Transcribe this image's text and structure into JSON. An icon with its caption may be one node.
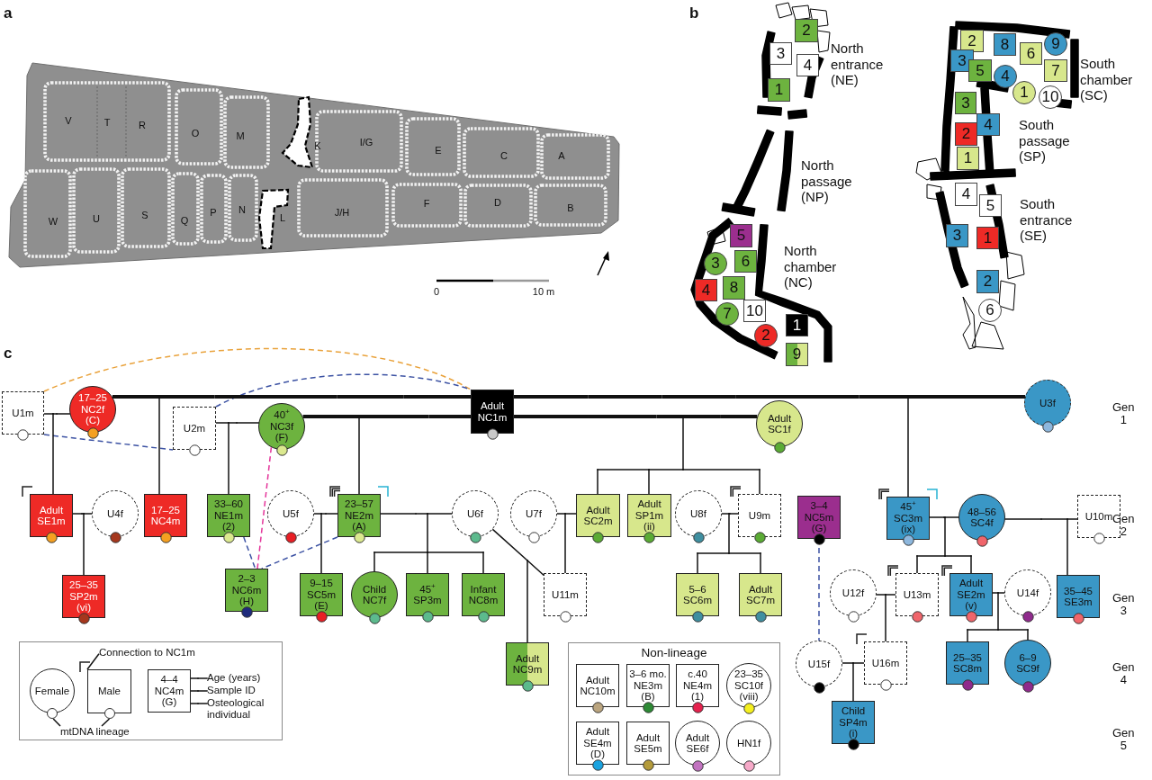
{
  "diagram": {
    "nodes": [
      {
        "text": [
          "2"
        ]
      },
      {
        "text": [
          "3"
        ]
      },
      {
        "text": [
          "4"
        ]
      },
      {
        "text": [
          "1"
        ]
      },
      {
        "text": [
          "5"
        ]
      },
      {
        "text": [
          "3"
        ]
      },
      {
        "text": [
          "6"
        ]
      },
      {
        "text": [
          "4"
        ]
      },
      {
        "text": [
          "8"
        ]
      },
      {
        "text": [
          "7"
        ]
      },
      {
        "text": [
          "10"
        ]
      },
      {
        "text": [
          "1"
        ]
      },
      {
        "text": [
          "2"
        ]
      },
      {
        "text": [
          "9"
        ]
      },
      {
        "text": [
          "2"
        ]
      },
      {
        "text": [
          "8"
        ]
      },
      {
        "text": [
          "9"
        ]
      },
      {
        "text": [
          "3"
        ]
      },
      {
        "text": [
          "5"
        ]
      },
      {
        "text": [
          "6"
        ]
      },
      {
        "text": [
          "4"
        ]
      },
      {
        "text": [
          "7"
        ]
      },
      {
        "text": [
          "1"
        ]
      },
      {
        "text": [
          "10"
        ]
      },
      {
        "text": [
          "3"
        ]
      },
      {
        "text": [
          "4"
        ]
      },
      {
        "text": [
          "2"
        ]
      },
      {
        "text": [
          "1"
        ]
      },
      {
        "text": [
          "4"
        ]
      },
      {
        "text": [
          "5"
        ]
      },
      {
        "text": [
          "3"
        ]
      },
      {
        "text": [
          "1"
        ]
      },
      {
        "text": [
          "2"
        ]
      },
      {
        "text": [
          "6"
        ]
      },
      {
        "text": [
          "U1m"
        ]
      },
      {
        "text": [
          "17–25",
          "NC2f",
          "(C)"
        ]
      },
      {
        "text": [
          "U2m"
        ]
      },
      {
        "text": [
          "40$^{+}$",
          "NC3f",
          "(F)"
        ]
      },
      {
        "text": [
          "Adult",
          "NC1m"
        ]
      },
      {
        "text": [
          "Adult",
          "SC1f"
        ]
      },
      {
        "text": [
          "U3f"
        ]
      },
      {
        "text": [
          "Adult",
          "SE1m"
        ]
      },
      {
        "text": [
          "U4f"
        ]
      },
      {
        "text": [
          "17–25",
          "NC4m"
        ]
      },
      {
        "text": [
          "33–60",
          "NE1m",
          "(2)"
        ]
      },
      {
        "text": [
          "U5f"
        ]
      },
      {
        "text": [
          "23–57",
          "NE2m",
          "(A)"
        ]
      },
      {
        "text": [
          "U6f"
        ]
      },
      {
        "text": [
          "U7f"
        ]
      },
      {
        "text": [
          "Adult",
          "SC2m"
        ]
      },
      {
        "text": [
          "Adult",
          "SP1m",
          "(ii)"
        ]
      },
      {
        "text": [
          "U8f"
        ]
      },
      {
        "text": [
          "U9m"
        ]
      },
      {
        "text": [
          "3–4",
          "NC5m",
          "(G)"
        ]
      },
      {
        "text": [
          "45$^{+}$",
          "SC3m",
          "(ix)"
        ]
      },
      {
        "text": [
          "48–56",
          "SC4f"
        ]
      },
      {
        "text": [
          "U10m"
        ]
      },
      {
        "text": [
          "25–35",
          "SP2m",
          "(vi)"
        ]
      },
      {
        "text": [
          "2–3",
          "NC6m",
          "(H)"
        ]
      },
      {
        "text": [
          "9–15",
          "SC5m",
          "(E)"
        ]
      },
      {
        "text": [
          "Child",
          "NC7f"
        ]
      },
      {
        "text": [
          "45$^{+}$",
          "SP3m"
        ]
      },
      {
        "text": [
          "Infant",
          "NC8m"
        ]
      },
      {
        "text": [
          "U11m"
        ]
      },
      {
        "text": [
          "5–6",
          "SC6m"
        ]
      },
      {
        "text": [
          "Adult",
          "SC7m"
        ]
      },
      {
        "text": [
          "U12f"
        ]
      },
      {
        "text": [
          "U13m"
        ]
      },
      {
        "text": [
          "Adult",
          "SE2m",
          "(v)"
        ]
      },
      {
        "text": [
          "U14f"
        ]
      },
      {
        "text": [
          "35–45",
          "SE3m"
        ]
      },
      {
        "text": [
          "Adult",
          "NC9m"
        ]
      },
      {
        "text": [
          "U15f"
        ]
      },
      {
        "text": [
          "U16m"
        ]
      },
      {
        "text": [
          "25–35",
          "SC8m"
        ]
      },
      {
        "text": [
          "6–9",
          "SC9f"
        ]
      },
      {
        "text": [
          "Child",
          "SP4m",
          "(i)"
        ]
      },
      {
        "text": [],
        "shape": "box"
      },
      {
        "text": [
          "Connection to NC1m"
        ],
        "in": 77
      },
      {
        "text": [
          "Female"
        ],
        "in": 77
      },
      {
        "text": [
          "Male"
        ],
        "in": 77
      },
      {
        "text": [
          "4–4",
          "NC4m",
          "(G)"
        ],
        "in": 77
      },
      {
        "text": [
          "Age (years)"
        ],
        "in": 77
      },
      {
        "text": [
          "Sample ID"
        ],
        "in": 77
      },
      {
        "text": [
          "Osteological individual"
        ],
        "in": 77
      },
      {
        "text": [
          "mtDNA lineage"
        ],
        "in": 77
      },
      {
        "text": [
          "Non-lineage"
        ]
      },
      {
        "text": [
          "Adult",
          "NC10m"
        ],
        "in": 86
      },
      {
        "text": [
          "3–6 mo.",
          "NE3m",
          "(B)"
        ],
        "in": 86
      },
      {
        "text": [
          "c.40",
          "NE4m",
          "(1)"
        ],
        "in": 86
      },
      {
        "text": [
          "23–35",
          "SC10f",
          "(viii)"
        ],
        "in": 86
      },
      {
        "text": [
          "Adult",
          "SE4m",
          "(D)"
        ],
        "in": 86
      },
      {
        "text": [
          "Adult",
          "SE5m"
        ],
        "in": 86
      },
      {
        "text": [
          "Adult",
          "SE6f"
        ],
        "in": 86
      },
      {
        "text": [
          "HN1f"
        ],
        "in": 86
      },
      {
        "text": [],
        "shape": "circle",
        "in": 77
      },
      {
        "text": [],
        "shape": "circle",
        "in": 77
      }
    ],
    "edges": [
      {
        "from": 34,
        "to": 35,
        "arrow": "none"
      },
      {
        "from": 35,
        "to": 38,
        "arrow": "none",
        "style": "thick"
      },
      {
        "from": 38,
        "to": 40,
        "arrow": "none",
        "style": "thick"
      },
      {
        "from": 36,
        "to": 37,
        "arrow": "none"
      },
      {
        "from": 37,
        "to": 38,
        "arrow": "none",
        "style": "thick"
      },
      {
        "from": 38,
        "to": 39,
        "arrow": "none",
        "style": "thick"
      },
      {
        "from": 34,
        "to": 41,
        "arrow": "none"
      },
      {
        "from": 35,
        "to": 41,
        "arrow": "none"
      },
      {
        "from": 35,
        "to": 43,
        "arrow": "none"
      },
      {
        "from": 38,
        "to": 43,
        "arrow": "none"
      },
      {
        "from": 36,
        "to": 44,
        "arrow": "none"
      },
      {
        "from": 37,
        "to": 44,
        "arrow": "none"
      },
      {
        "from": 37,
        "to": 46,
        "arrow": "none"
      },
      {
        "from": 38,
        "to": 46,
        "arrow": "none"
      },
      {
        "from": 38,
        "to": 49,
        "arrow": "none"
      },
      {
        "from": 39,
        "to": 49,
        "arrow": "none"
      },
      {
        "from": 38,
        "to": 50,
        "arrow": "none"
      },
      {
        "from": 39,
        "to": 50,
        "arrow": "none"
      },
      {
        "from": 38,
        "to": 52,
        "arrow": "none"
      },
      {
        "from": 39,
        "to": 52,
        "arrow": "none"
      },
      {
        "from": 38,
        "to": 54,
        "arrow": "none"
      },
      {
        "from": 40,
        "to": 54,
        "arrow": "none"
      },
      {
        "from": 41,
        "to": 42,
        "arrow": "none"
      },
      {
        "from": 41,
        "to": 57,
        "arrow": "none"
      },
      {
        "from": 42,
        "to": 57,
        "arrow": "none"
      },
      {
        "from": 45,
        "to": 46,
        "arrow": "none"
      },
      {
        "from": 45,
        "to": 59,
        "arrow": "none"
      },
      {
        "from": 46,
        "to": 59,
        "arrow": "none"
      },
      {
        "from": 46,
        "to": 47,
        "arrow": "none"
      },
      {
        "from": 46,
        "to": 60,
        "arrow": "none"
      },
      {
        "from": 47,
        "to": 60,
        "arrow": "none"
      },
      {
        "from": 46,
        "to": 61,
        "arrow": "none"
      },
      {
        "from": 47,
        "to": 61,
        "arrow": "none"
      },
      {
        "from": 46,
        "to": 62,
        "arrow": "none"
      },
      {
        "from": 47,
        "to": 62,
        "arrow": "none"
      },
      {
        "from": 47,
        "to": 63,
        "arrow": "none"
      },
      {
        "from": 47,
        "to": 71,
        "arrow": "none"
      },
      {
        "from": 63,
        "to": 71,
        "arrow": "none"
      },
      {
        "from": 48,
        "to": 49,
        "arrow": "none"
      },
      {
        "from": 48,
        "to": 63,
        "arrow": "none"
      },
      {
        "from": 49,
        "to": 63,
        "arrow": "none"
      },
      {
        "from": 51,
        "to": 52,
        "arrow": "none"
      },
      {
        "from": 51,
        "to": 64,
        "arrow": "none"
      },
      {
        "from": 52,
        "to": 64,
        "arrow": "none"
      },
      {
        "from": 51,
        "to": 65,
        "arrow": "none"
      },
      {
        "from": 52,
        "to": 65,
        "arrow": "none"
      },
      {
        "from": 54,
        "to": 55,
        "arrow": "none"
      },
      {
        "from": 54,
        "to": 67,
        "arrow": "none"
      },
      {
        "from": 55,
        "to": 67,
        "arrow": "none"
      },
      {
        "from": 54,
        "to": 68,
        "arrow": "none"
      },
      {
        "from": 55,
        "to": 68,
        "arrow": "none"
      },
      {
        "from": 55,
        "to": 56,
        "arrow": "none"
      },
      {
        "from": 55,
        "to": 70,
        "arrow": "none"
      },
      {
        "from": 56,
        "to": 70,
        "arrow": "none"
      },
      {
        "from": 66,
        "to": 67,
        "arrow": "none"
      },
      {
        "from": 66,
        "to": 73,
        "arrow": "none"
      },
      {
        "from": 67,
        "to": 73,
        "arrow": "none"
      },
      {
        "from": 68,
        "to": 69,
        "arrow": "none"
      },
      {
        "from": 68,
        "to": 74,
        "arrow": "none"
      },
      {
        "from": 69,
        "to": 74,
        "arrow": "none"
      },
      {
        "from": 68,
        "to": 75,
        "arrow": "none"
      },
      {
        "from": 69,
        "to": 75,
        "arrow": "none"
      },
      {
        "from": 72,
        "to": 73,
        "arrow": "none"
      },
      {
        "from": 72,
        "to": 76,
        "arrow": "none"
      },
      {
        "from": 73,
        "to": 76,
        "arrow": "none"
      },
      {
        "from": 34,
        "to": 38,
        "arrow": "none",
        "style": "dashed",
        "color": "#e9a23b"
      },
      {
        "from": 34,
        "to": 36,
        "arrow": "none",
        "style": "dashed",
        "color": "#3c52a3"
      },
      {
        "from": 36,
        "to": 38,
        "arrow": "none",
        "style": "dashed",
        "color": "#3c52a3"
      },
      {
        "from": 37,
        "to": 58,
        "arrow": "none",
        "style": "dashed",
        "color": "#e4359a"
      },
      {
        "from": 44,
        "to": 58,
        "arrow": "none",
        "style": "dashed",
        "color": "#3c52a3"
      },
      {
        "from": 46,
        "to": 58,
        "arrow": "none",
        "style": "dashed",
        "color": "#3c52a3"
      },
      {
        "from": 53,
        "to": 72,
        "arrow": "none",
        "style": "dashed",
        "color": "#3c52a3"
      },
      {
        "from": 78,
        "to": 80,
        "arrow": "none"
      },
      {
        "from": 82,
        "to": 81,
        "arrow": "none"
      },
      {
        "from": 83,
        "to": 81,
        "arrow": "none"
      },
      {
        "from": 84,
        "to": 81,
        "arrow": "none"
      },
      {
        "from": 85,
        "to": 95,
        "arrow": "none"
      },
      {
        "from": 85,
        "to": 96,
        "arrow": "none"
      }
    ],
    "labels": [
      "a",
      "V",
      "T",
      "R",
      "O",
      "M",
      "K",
      "I/G",
      "E",
      "C",
      "A",
      "W",
      "U",
      "S",
      "Q",
      "P",
      "N",
      "L",
      "J/H",
      "F",
      "D",
      "B",
      "0",
      "10 m",
      "b",
      "North entrance (NE)",
      "South chamber (SC)",
      "South passage (SP)",
      "North passage (NP)",
      "South entrance (SE)",
      "North chamber (NC)",
      "c",
      "Gen 1",
      "Gen 2",
      "Gen 3",
      "Gen 4",
      "Gen 5"
    ]
  }
}
